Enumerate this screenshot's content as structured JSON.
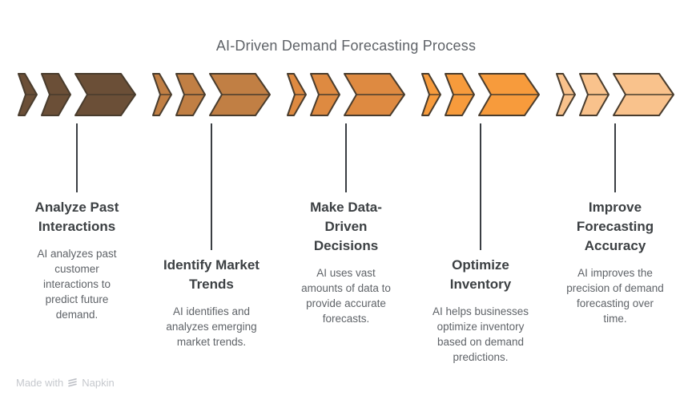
{
  "title": "AI-Driven Demand Forecasting Process",
  "colors": {
    "diagram_title_text": "#5F6368",
    "step_title_text": "#3C4043",
    "step_desc_text": "#5F6368",
    "connector": "#3A3E43",
    "chevron_outline": "#493C2D",
    "footer_text": "#C6C9CE"
  },
  "steps": [
    {
      "title": "Analyze Past\nInteractions",
      "description": "AI analyzes past\ncustomer\ninteractions to\npredict future\ndemand.",
      "chevron_fill": "#6B4F37"
    },
    {
      "title": "Identify Market\nTrends",
      "description": "AI identifies and\nanalyzes emerging\nmarket trends.",
      "chevron_fill": "#C17F44"
    },
    {
      "title": "Make Data-\nDriven\nDecisions",
      "description": "AI uses vast\namounts of data to\nprovide accurate\nforecasts.",
      "chevron_fill": "#DE8A41"
    },
    {
      "title": "Optimize\nInventory",
      "description": "AI helps businesses\noptimize inventory\nbased on demand\npredictions.",
      "chevron_fill": "#F79B3C"
    },
    {
      "title": "Improve\nForecasting\nAccuracy",
      "description": "AI improves the\nprecision of demand\nforecasting over\ntime.",
      "chevron_fill": "#F9C28C"
    }
  ],
  "footer": {
    "made_with": "Made with",
    "brand": "Napkin",
    "icon": "napkin-logo-icon"
  }
}
